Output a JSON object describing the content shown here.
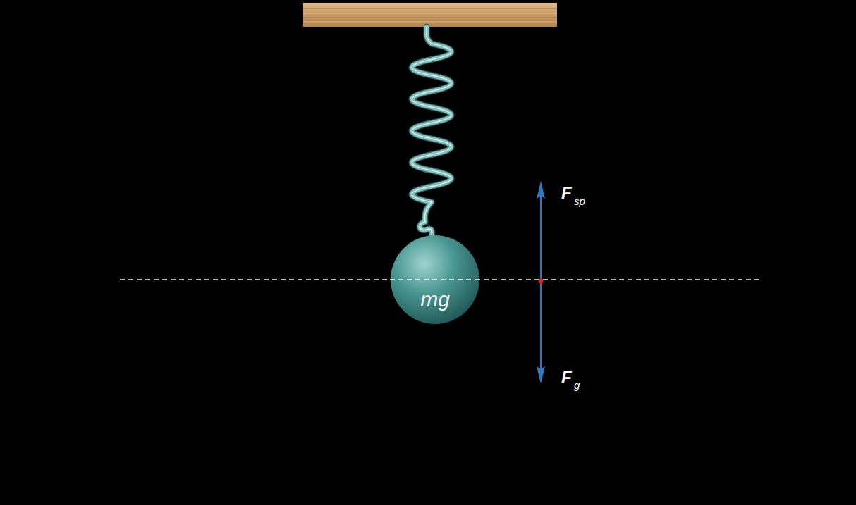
{
  "diagram": {
    "nodes": [
      {
        "text": [
          "mg"
        ]
      }
    ],
    "labels": [
      "F",
      "sp",
      "F",
      "g"
    ]
  }
}
